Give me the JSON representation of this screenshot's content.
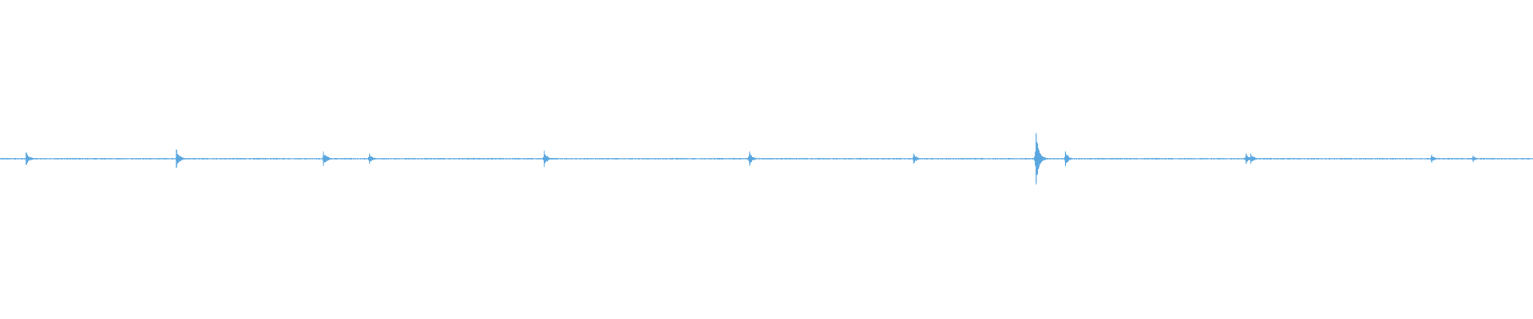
{
  "waveform": {
    "color": "#5aa7e0",
    "background": "#ffffff",
    "baseline_level": 0.0,
    "noise_level": 0.008,
    "sample_count": 1920,
    "spikes": [
      {
        "position": 0.017,
        "amplitude": 0.06
      },
      {
        "position": 0.115,
        "amplitude": 0.09
      },
      {
        "position": 0.211,
        "amplitude": 0.07
      },
      {
        "position": 0.241,
        "amplitude": 0.05
      },
      {
        "position": 0.355,
        "amplitude": 0.08
      },
      {
        "position": 0.489,
        "amplitude": 0.07
      },
      {
        "position": 0.596,
        "amplitude": 0.05
      },
      {
        "position": 0.676,
        "amplitude": 0.25
      },
      {
        "position": 0.695,
        "amplitude": 0.07
      },
      {
        "position": 0.813,
        "amplitude": 0.05
      },
      {
        "position": 0.816,
        "amplitude": 0.05
      },
      {
        "position": 0.934,
        "amplitude": 0.04
      },
      {
        "position": 0.961,
        "amplitude": 0.03
      }
    ]
  }
}
